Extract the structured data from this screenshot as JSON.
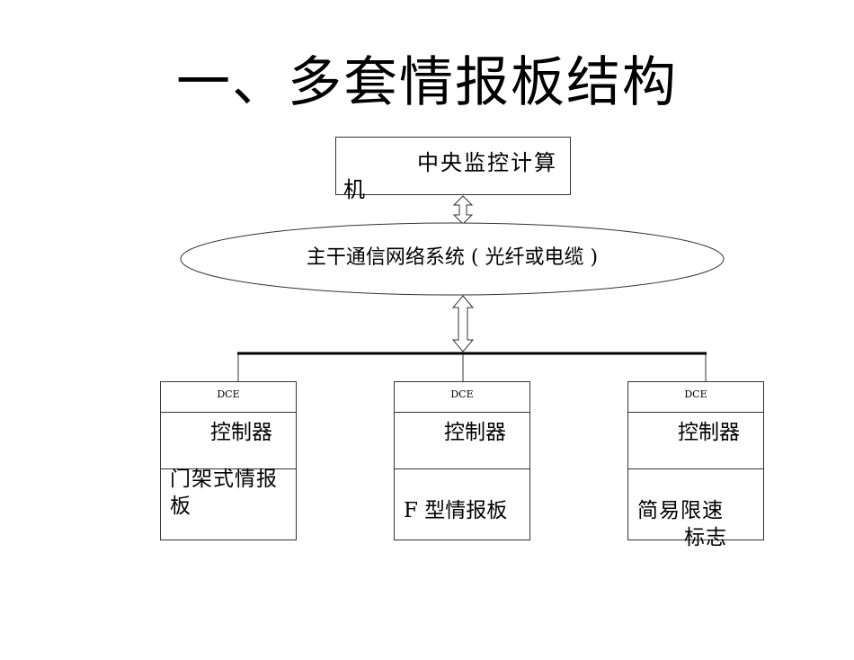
{
  "title": "一、多套情报板结构",
  "central_computer": {
    "line1": "中央监控计算",
    "line2": "机"
  },
  "backbone": {
    "label": "主干通信网络系统 ( 光纤或电缆 )"
  },
  "devices": [
    {
      "interface": "DCE",
      "controller": "控制器",
      "board": "门架式情报板",
      "board_lines": [
        "门架式情报",
        "板"
      ]
    },
    {
      "interface": "DCE",
      "controller": "控制器",
      "board": "F 型情报板",
      "board_lines": [
        "F 型情报板"
      ]
    },
    {
      "interface": "DCE",
      "controller": "控制器",
      "board": "简易限速标志",
      "board_lines": [
        "简易限速",
        "标志"
      ]
    }
  ],
  "icons": {
    "link_arrow": "double-headed-arrow"
  }
}
